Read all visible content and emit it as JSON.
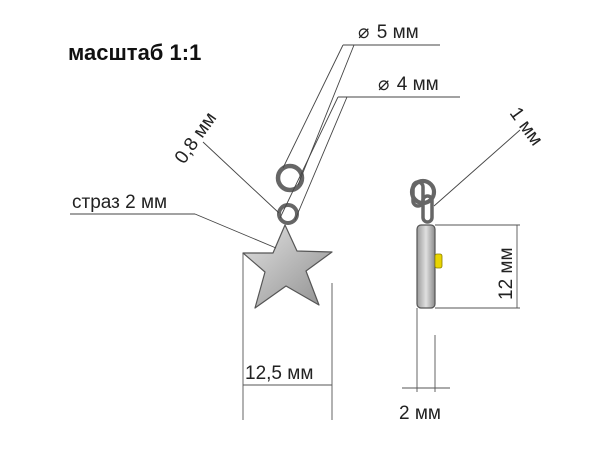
{
  "title": "масштаб 1:1",
  "labels": {
    "ring_outer": "5 мм",
    "ring_inner": "4 мм",
    "wire": "0,8 мм",
    "side_wire": "1 мм",
    "rhinestone": "страз 2 мм",
    "width": "12,5 мм",
    "height": "12 мм",
    "thickness": "2 мм"
  },
  "symbols": {
    "diameter": "⌀"
  },
  "colors": {
    "metal_fill": "#bdbdbd",
    "metal_stroke": "#555555",
    "rhinestone": "#e8d400"
  }
}
